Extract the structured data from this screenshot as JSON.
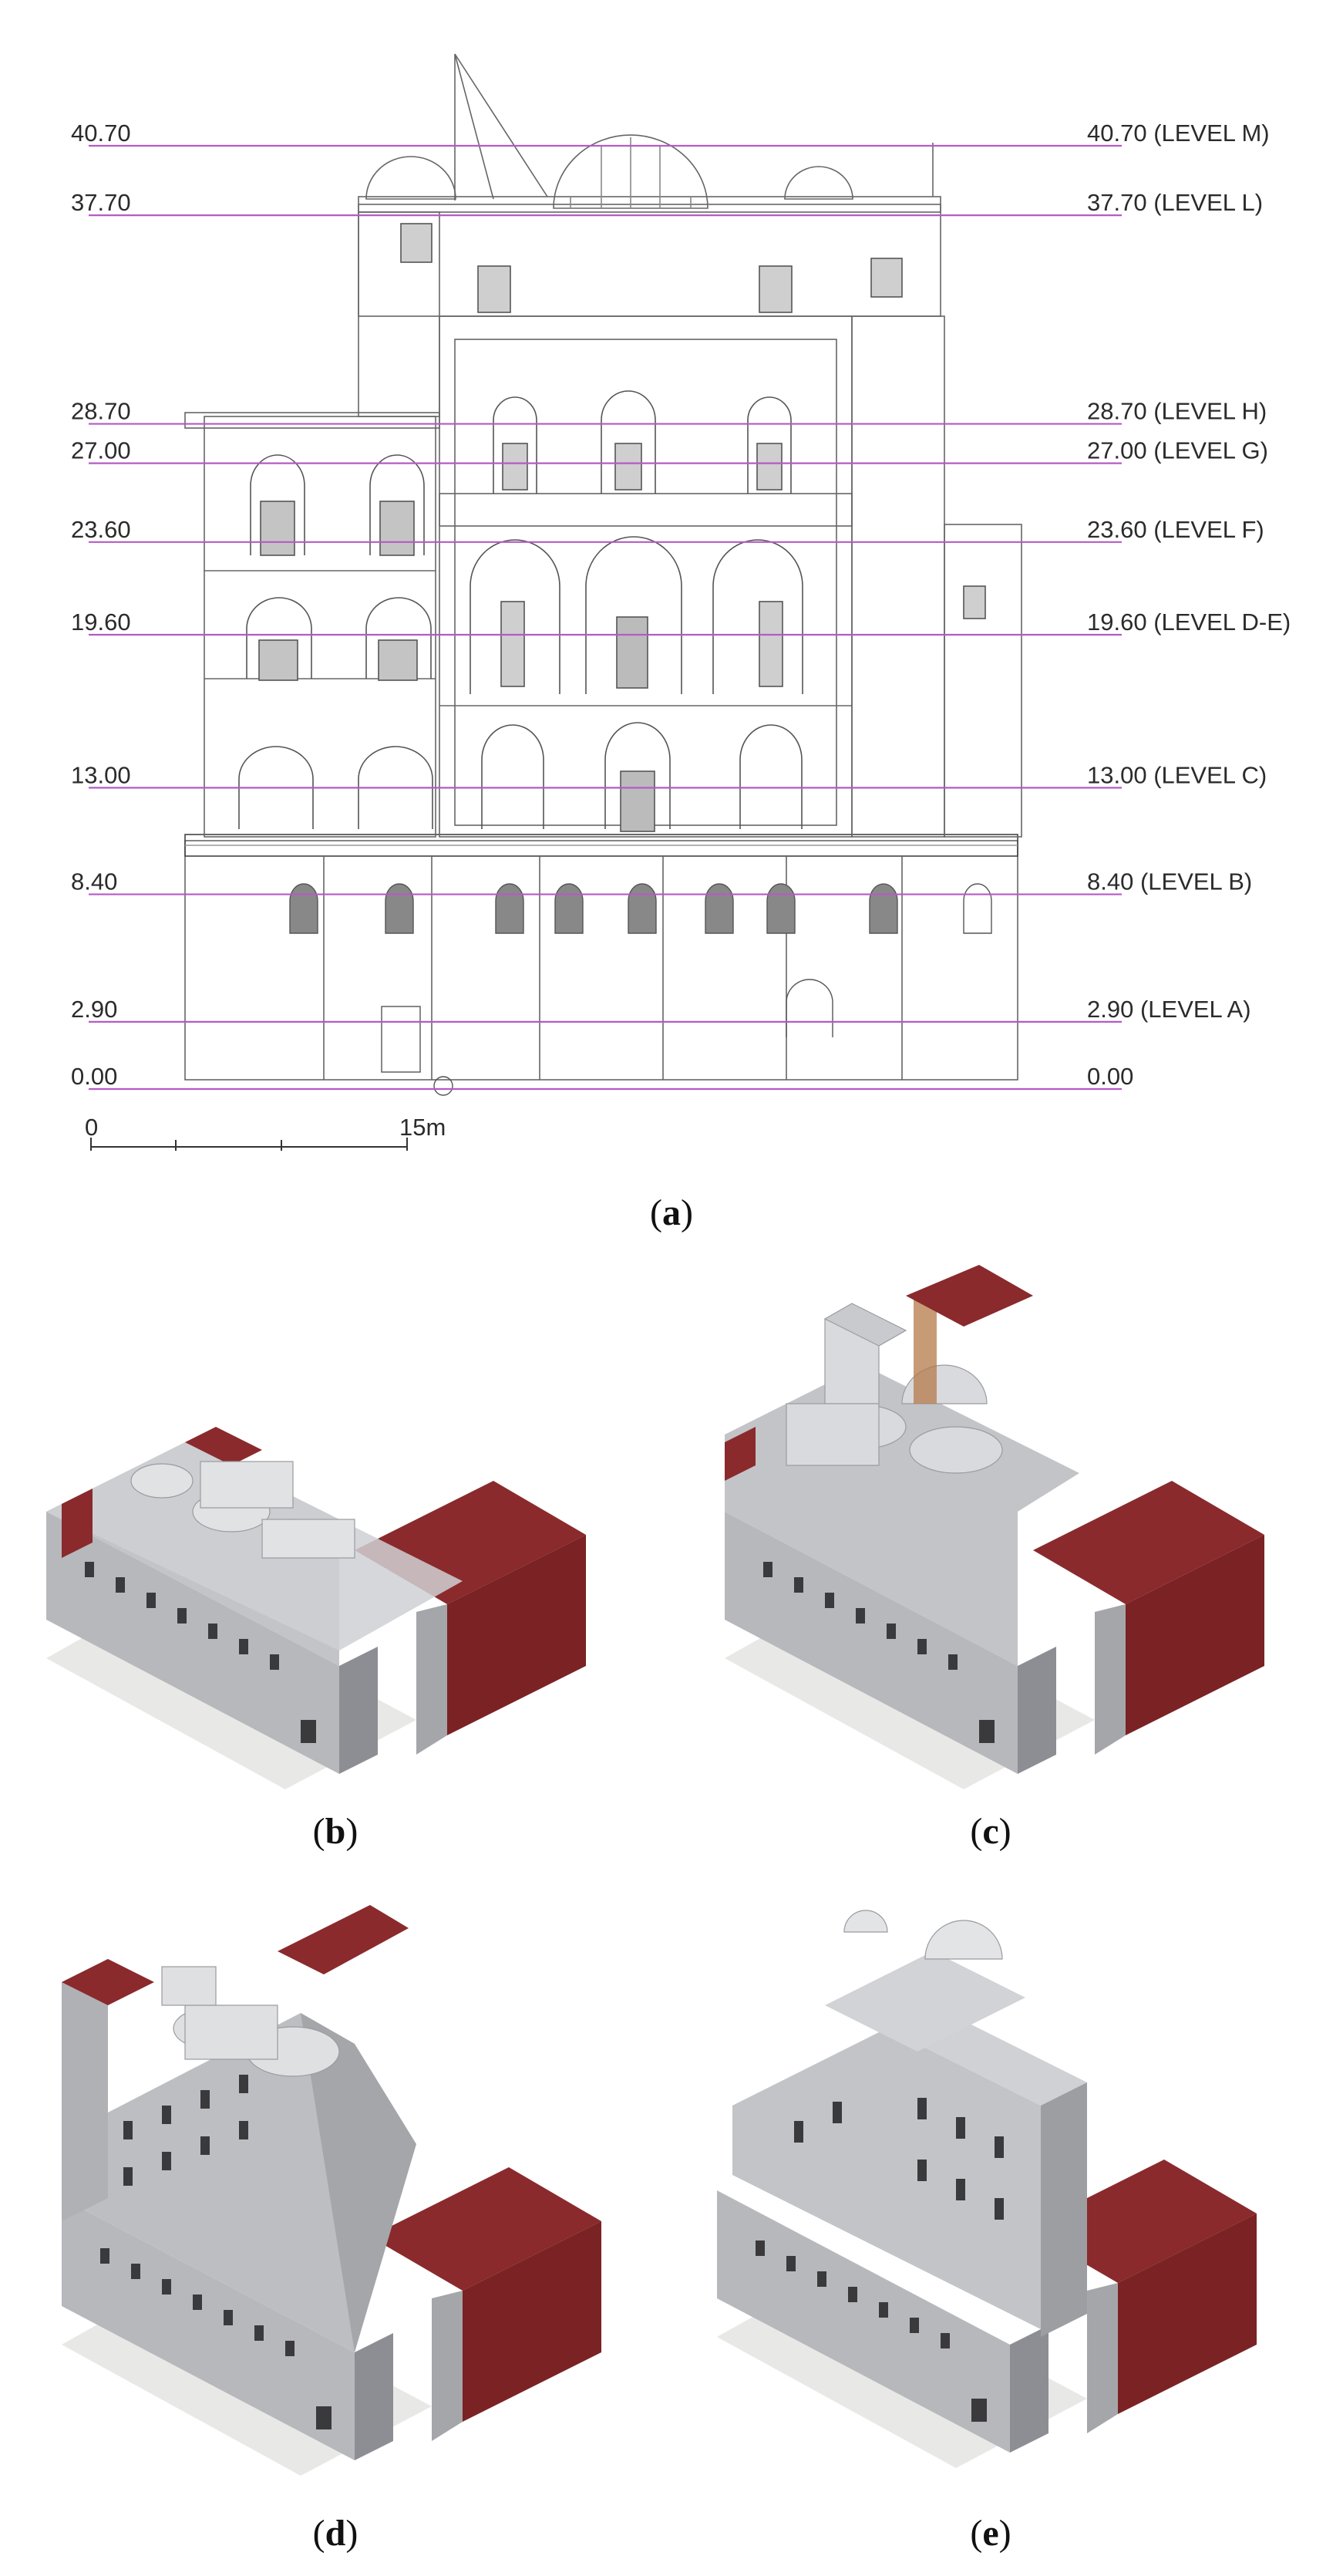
{
  "colors": {
    "level_line": "#b45bc4",
    "drawing": "#555555",
    "roof": "#8a2a2c",
    "wall": "#c9c9cb",
    "wall_dark": "#9b9ca0",
    "ground": "#e8e8e6"
  },
  "levels": [
    {
      "value": 40.7,
      "left": "40.70",
      "right": "40.70 (LEVEL M)"
    },
    {
      "value": 37.7,
      "left": "37.70",
      "right": "37.70 (LEVEL L)"
    },
    {
      "value": 28.7,
      "left": "28.70",
      "right": "28.70 (LEVEL H)"
    },
    {
      "value": 27.0,
      "left": "27.00",
      "right": "27.00 (LEVEL G)"
    },
    {
      "value": 23.6,
      "left": "23.60",
      "right": "23.60 (LEVEL F)"
    },
    {
      "value": 19.6,
      "left": "19.60",
      "right": "19.60 (LEVEL D-E)"
    },
    {
      "value": 13.0,
      "left": "13.00",
      "right": "13.00 (LEVEL C)"
    },
    {
      "value": 8.4,
      "left": "8.40",
      "right": "8.40 (LEVEL B)"
    },
    {
      "value": 2.9,
      "left": "2.90",
      "right": "2.90 (LEVEL A)"
    },
    {
      "value": 0.0,
      "left": "0.00",
      "right": "0.00"
    }
  ],
  "scale_bar": {
    "start_label": "0",
    "end_label": "15m"
  },
  "captions": {
    "a": {
      "open": "(",
      "letter": "a",
      "close": ")"
    },
    "b": {
      "open": "(",
      "letter": "b",
      "close": ")"
    },
    "c": {
      "open": "(",
      "letter": "c",
      "close": ")"
    },
    "d": {
      "open": "(",
      "letter": "d",
      "close": ")"
    },
    "e": {
      "open": "(",
      "letter": "e",
      "close": ")"
    }
  }
}
